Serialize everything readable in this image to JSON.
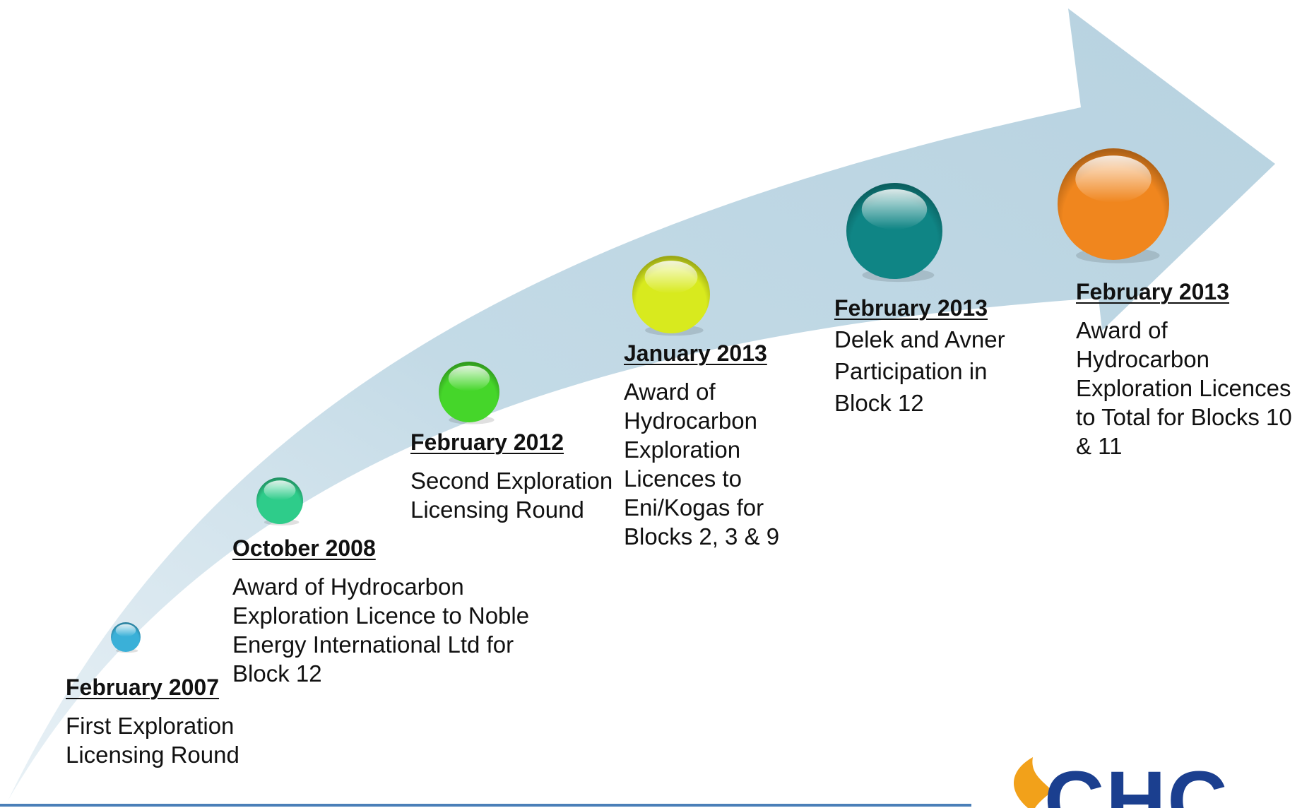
{
  "milestones": [
    {
      "date": "February 2007",
      "description": "First Exploration Licensing Round",
      "color": "#3ab0d8"
    },
    {
      "date": "October 2008",
      "description": "Award of Hydrocarbon Exploration Licence to Noble Energy International Ltd for Block 12",
      "color": "#2ecc8a"
    },
    {
      "date": "February 2012",
      "description": "Second Exploration Licensing Round",
      "color": "#45d62a"
    },
    {
      "date": "January 2013",
      "description": "Award of Hydrocarbon Exploration Licences to Eni/Kogas for Blocks 2, 3 & 9",
      "color": "#d8ea1e"
    },
    {
      "date": "February 2013",
      "description": "Delek and Avner Participation in Block 12",
      "color": "#0f8585"
    },
    {
      "date": "February 2013",
      "description": "Award of Hydrocarbon Exploration Licences to Total for Blocks 10 & 11",
      "color": "#f0861e"
    }
  ],
  "arrow_color": "#bcd6e3",
  "accent_rule_color": "#4a7fb8",
  "logo": {
    "text": "CHC",
    "text_color": "#1b3f8f",
    "flame_color": "#f2a11a"
  }
}
